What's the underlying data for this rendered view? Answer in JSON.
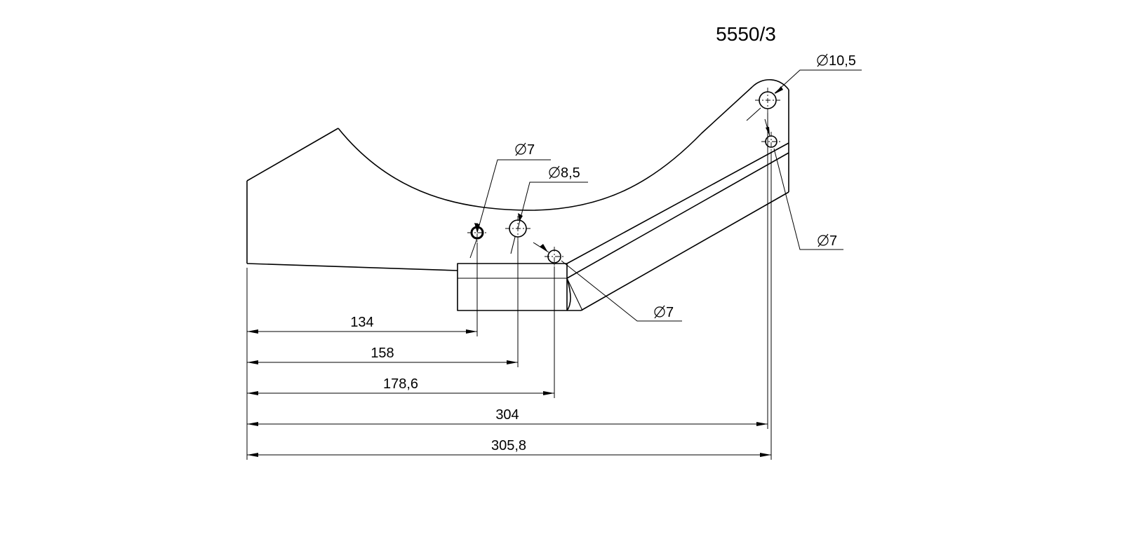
{
  "drawing": {
    "title": "5550/3",
    "dimensions": [
      {
        "id": "dim-134",
        "label": "134",
        "value": 134
      },
      {
        "id": "dim-158",
        "label": "158",
        "value": 158
      },
      {
        "id": "dim-178-6",
        "label": "178,6",
        "value": 178.6
      },
      {
        "id": "dim-304",
        "label": "304",
        "value": 304
      },
      {
        "id": "dim-305-8",
        "label": "305,8",
        "value": 305.8
      }
    ],
    "holes": [
      {
        "id": "hole-a",
        "label": "7",
        "diameter": 7
      },
      {
        "id": "hole-b",
        "label": "8,5",
        "diameter": 8.5
      },
      {
        "id": "hole-c",
        "label": "7",
        "diameter": 7
      },
      {
        "id": "hole-d",
        "label": "10,5",
        "diameter": 10.5
      },
      {
        "id": "hole-e",
        "label": "7",
        "diameter": 7
      }
    ]
  }
}
